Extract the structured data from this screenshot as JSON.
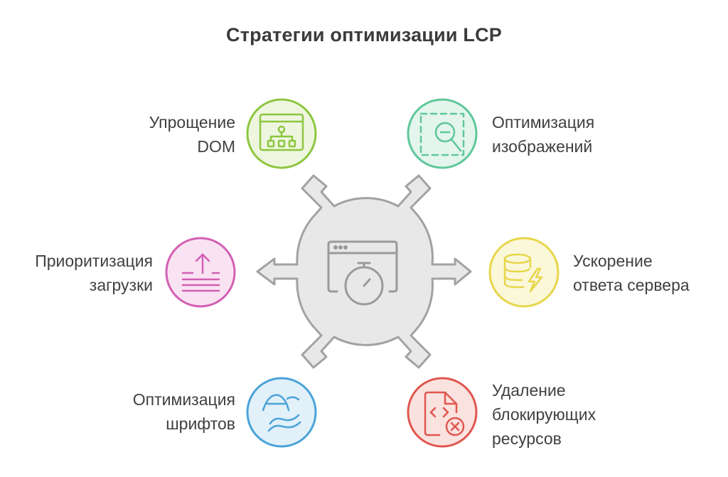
{
  "title": "Стратегии оптимизации LCP",
  "strategies": [
    {
      "id": "dom",
      "lines": [
        "Упрощение",
        "DOM"
      ],
      "color": "#8dc63f",
      "fill": "#eef6df",
      "icon": "sitemap-icon"
    },
    {
      "id": "img",
      "lines": [
        "Оптимизация",
        "изображений"
      ],
      "color": "#5fc79a",
      "fill": "#e3f5ec",
      "icon": "zoom-out-icon"
    },
    {
      "id": "prio",
      "lines": [
        "Приоритизация",
        "загрузки"
      ],
      "color": "#d35fb4",
      "fill": "#f9e3f2",
      "icon": "upload-priority-icon"
    },
    {
      "id": "server",
      "lines": [
        "Ускорение",
        "ответа сервера"
      ],
      "color": "#e7d64a",
      "fill": "#fbf7d9",
      "icon": "database-bolt-icon"
    },
    {
      "id": "fonts",
      "lines": [
        "Оптимизация",
        "шрифтов"
      ],
      "color": "#4aa3d8",
      "fill": "#e1f0f9",
      "icon": "font-icon"
    },
    {
      "id": "block",
      "lines": [
        "Удаление",
        "блокирующих",
        "ресурсов"
      ],
      "color": "#e0574f",
      "fill": "#fae2df",
      "icon": "file-code-remove-icon"
    }
  ],
  "center": {
    "icon": "browser-timer-icon",
    "color": "#9e9e9e",
    "fill": "#e8e8e8"
  }
}
